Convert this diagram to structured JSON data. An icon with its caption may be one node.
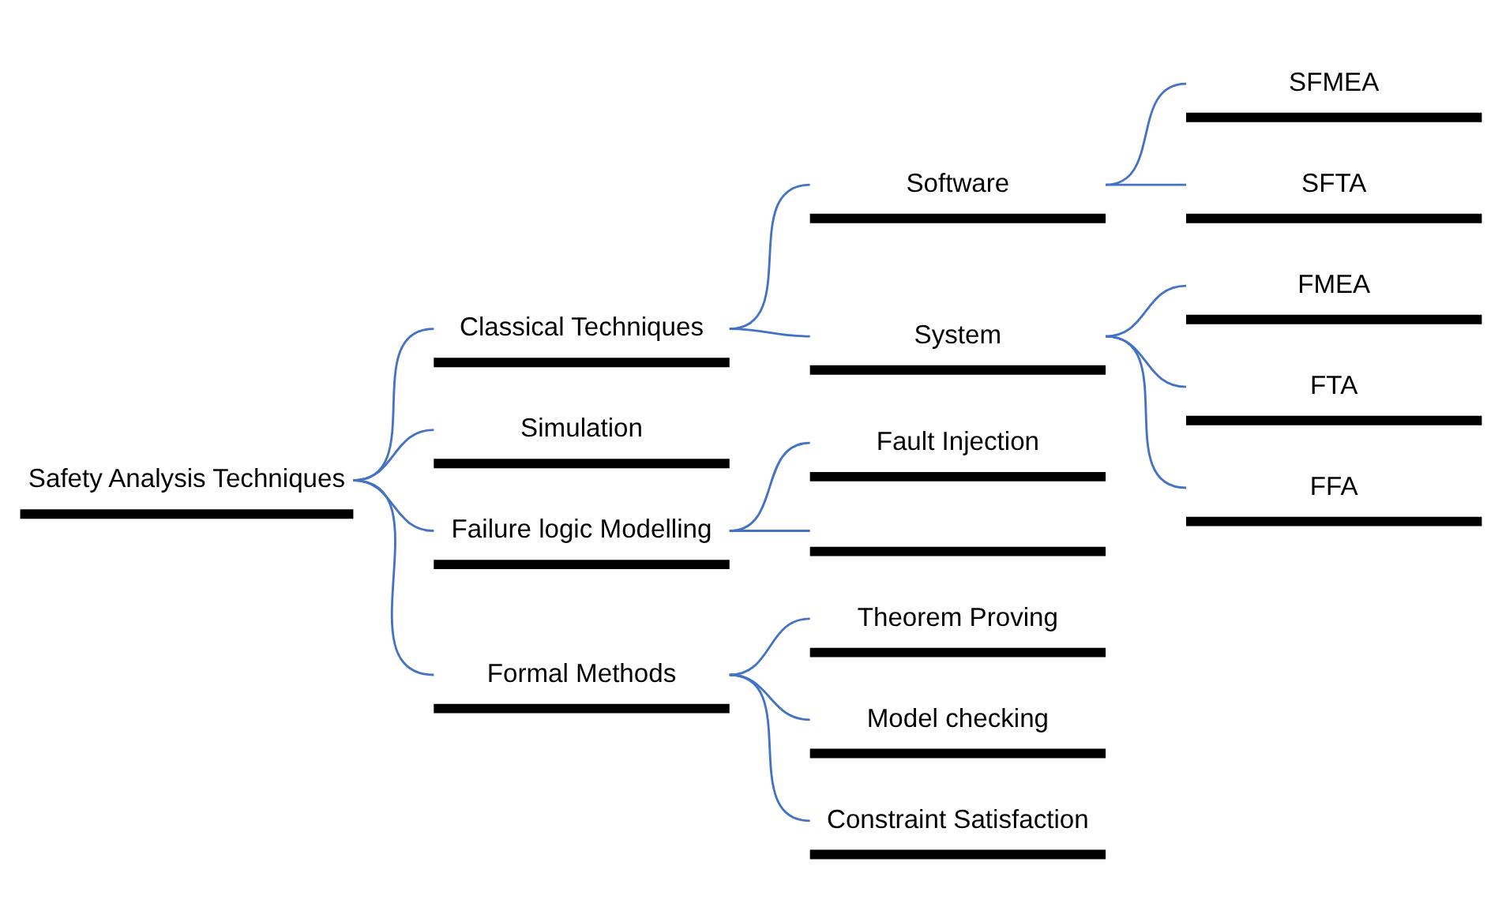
{
  "diagram": {
    "nodes": [
      {
        "text": [
          "Safety Analysis Techniques"
        ]
      },
      {
        "text": [
          "Classical Techniques"
        ]
      },
      {
        "text": [
          "Software"
        ]
      },
      {
        "text": [
          "SFMEA"
        ]
      },
      {
        "text": [
          "SFTA"
        ]
      },
      {
        "text": [
          "System"
        ]
      },
      {
        "text": [
          "FMEA"
        ]
      },
      {
        "text": [
          "FTA"
        ]
      },
      {
        "text": [
          "FFA"
        ]
      },
      {
        "text": [
          "Simulation"
        ]
      },
      {
        "text": [
          "Failure logic Modelling"
        ]
      },
      {
        "text": [
          "Fault Injection"
        ]
      },
      {
        "text": [],
        "shape": "bar"
      },
      {
        "text": [
          "Formal Methods"
        ]
      },
      {
        "text": [
          "Theorem Proving"
        ]
      },
      {
        "text": [
          "Model checking"
        ]
      },
      {
        "text": [
          "Constraint Satisfaction"
        ]
      }
    ],
    "edges": [
      {
        "from": 0,
        "to": 1,
        "arrow": "none"
      },
      {
        "from": 1,
        "to": 2,
        "arrow": "none"
      },
      {
        "from": 2,
        "to": 3,
        "arrow": "none"
      },
      {
        "from": 2,
        "to": 4,
        "arrow": "none"
      },
      {
        "from": 1,
        "to": 5,
        "arrow": "none"
      },
      {
        "from": 5,
        "to": 6,
        "arrow": "none"
      },
      {
        "from": 5,
        "to": 7,
        "arrow": "none"
      },
      {
        "from": 5,
        "to": 8,
        "arrow": "none"
      },
      {
        "from": 0,
        "to": 9,
        "arrow": "none"
      },
      {
        "from": 0,
        "to": 10,
        "arrow": "none"
      },
      {
        "from": 10,
        "to": 11,
        "arrow": "none"
      },
      {
        "from": 10,
        "to": 12,
        "arrow": "none"
      },
      {
        "from": 0,
        "to": 13,
        "arrow": "none"
      },
      {
        "from": 13,
        "to": 14,
        "arrow": "none"
      },
      {
        "from": 13,
        "to": 15,
        "arrow": "none"
      },
      {
        "from": 13,
        "to": 16,
        "arrow": "none"
      }
    ]
  }
}
